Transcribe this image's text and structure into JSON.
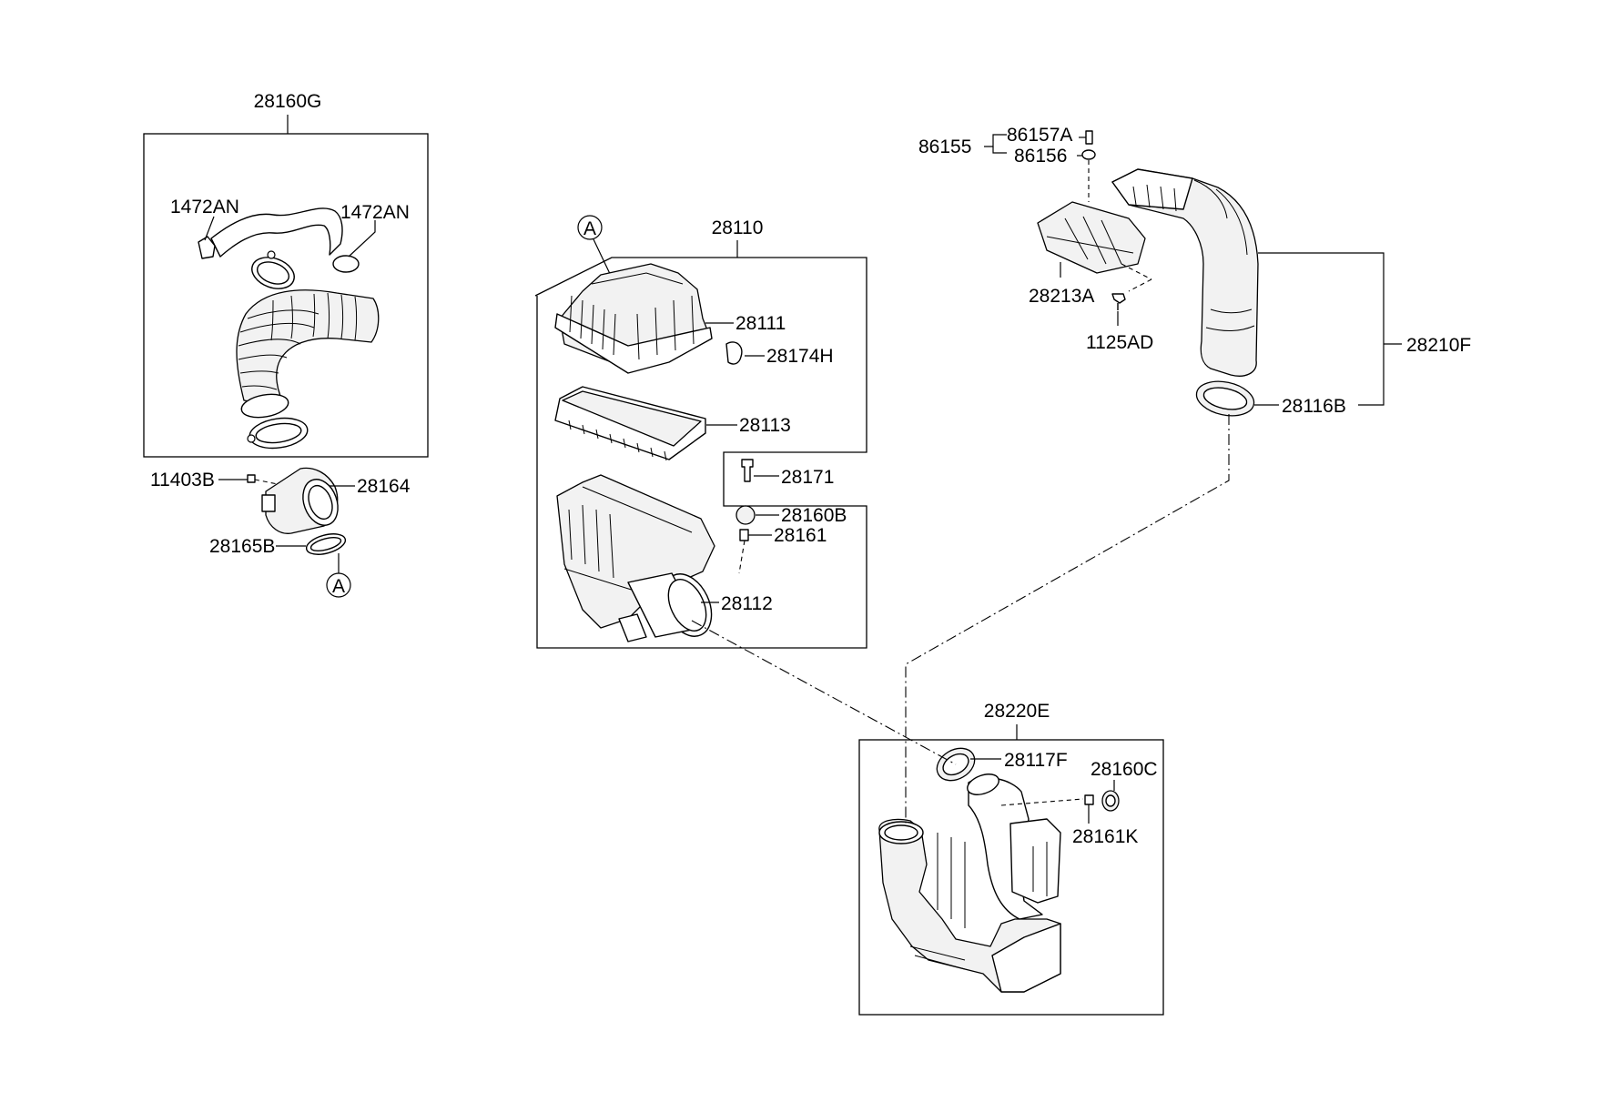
{
  "diagram": {
    "assemblies": {
      "intake_hose_group": "28160G",
      "air_cleaner_assembly": "28110",
      "resonator_assembly": "28220E"
    },
    "parts": {
      "clamp_left": "1472AN",
      "clamp_right": "1472AN",
      "bolt_sensor": "11403B",
      "air_flow_sensor": "28164",
      "sensor_oring": "28165B",
      "cleaner_cover": "28111",
      "cover_clip": "28174H",
      "filter_element": "28113",
      "mount_bolt": "28171",
      "grommet_b": "28160B",
      "pin": "28161",
      "cleaner_body": "28112",
      "bracket_clip": "86155",
      "screw_a": "86157A",
      "washer": "86156",
      "duct_bracket": "28213A",
      "bolt_duct": "1125AD",
      "intake_duct": "28210F",
      "duct_seal": "28116B",
      "resonator_seal": "28117F",
      "grommet_c": "28160C",
      "pin_k": "28161K"
    },
    "reference_marks": {
      "upper": "A",
      "lower": "A"
    }
  }
}
